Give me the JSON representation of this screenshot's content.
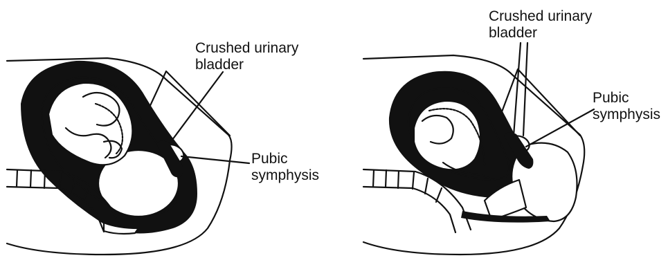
{
  "panels": [
    {
      "bladder_label": [
        "Crushed urinary",
        "bladder"
      ],
      "pubic_label": [
        "Pubic",
        "symphysis"
      ]
    },
    {
      "bladder_label": [
        "Crushed urinary",
        "bladder"
      ],
      "pubic_label": [
        "Pubic",
        "symphysis"
      ]
    }
  ],
  "colors": {
    "ink": "#111111",
    "fill": "#ffffff"
  }
}
